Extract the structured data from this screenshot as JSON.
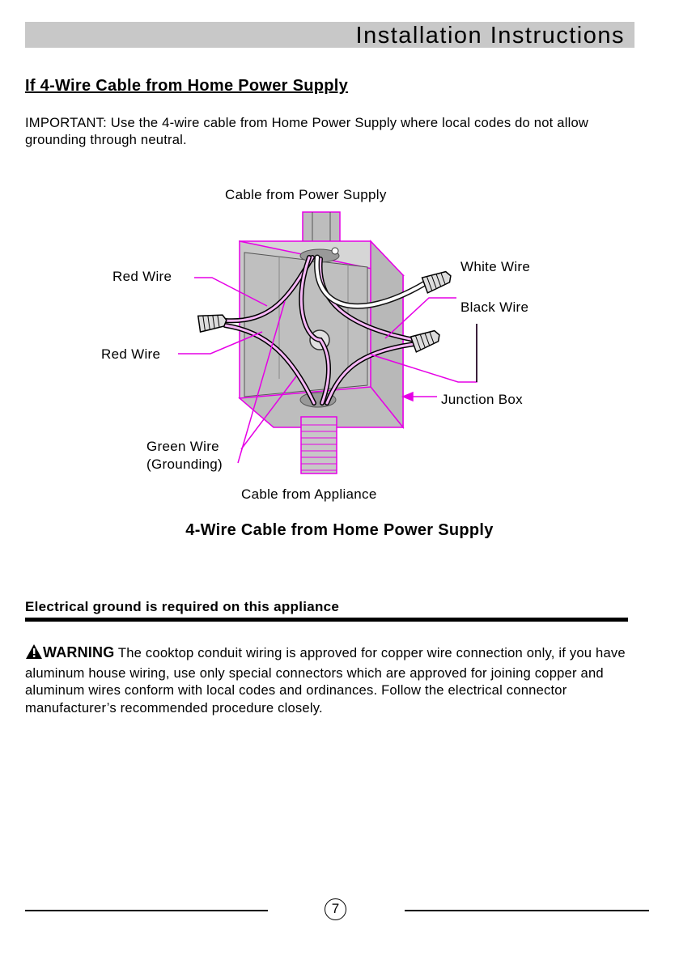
{
  "header": {
    "title": "Installation Instructions"
  },
  "section": {
    "heading": "If 4-Wire Cable from Home Power Supply",
    "important_text": "IMPORTANT: Use the 4-wire cable from Home Power Supply where local codes do not allow grounding through neutral."
  },
  "diagram": {
    "labels": {
      "cable_power": "Cable from Power Supply",
      "red_wire_1": "Red Wire",
      "red_wire_2": "Red Wire",
      "white_wire": "White Wire",
      "black_wire": "Black Wire",
      "junction_box": "Junction Box",
      "green_wire": "Green Wire",
      "grounding": "(Grounding)",
      "cable_appliance": "Cable from Appliance"
    },
    "caption": "4-Wire Cable from Home Power Supply",
    "colors": {
      "accent": "#e600e6",
      "box_fill": "#d9d9d9",
      "wire_highlight": "#f7b8f7"
    }
  },
  "ground": {
    "heading": "Electrical ground is required on this appliance"
  },
  "warning": {
    "label": "WARNING",
    "text": " The cooktop conduit wiring is approved for copper wire connection only, if you have aluminum house wiring, use only special connectors which are approved for joining copper and aluminum wires conform with local codes and ordinances. Follow the electrical connector manufacturer’s recommended procedure closely."
  },
  "footer": {
    "page_number": "7"
  }
}
